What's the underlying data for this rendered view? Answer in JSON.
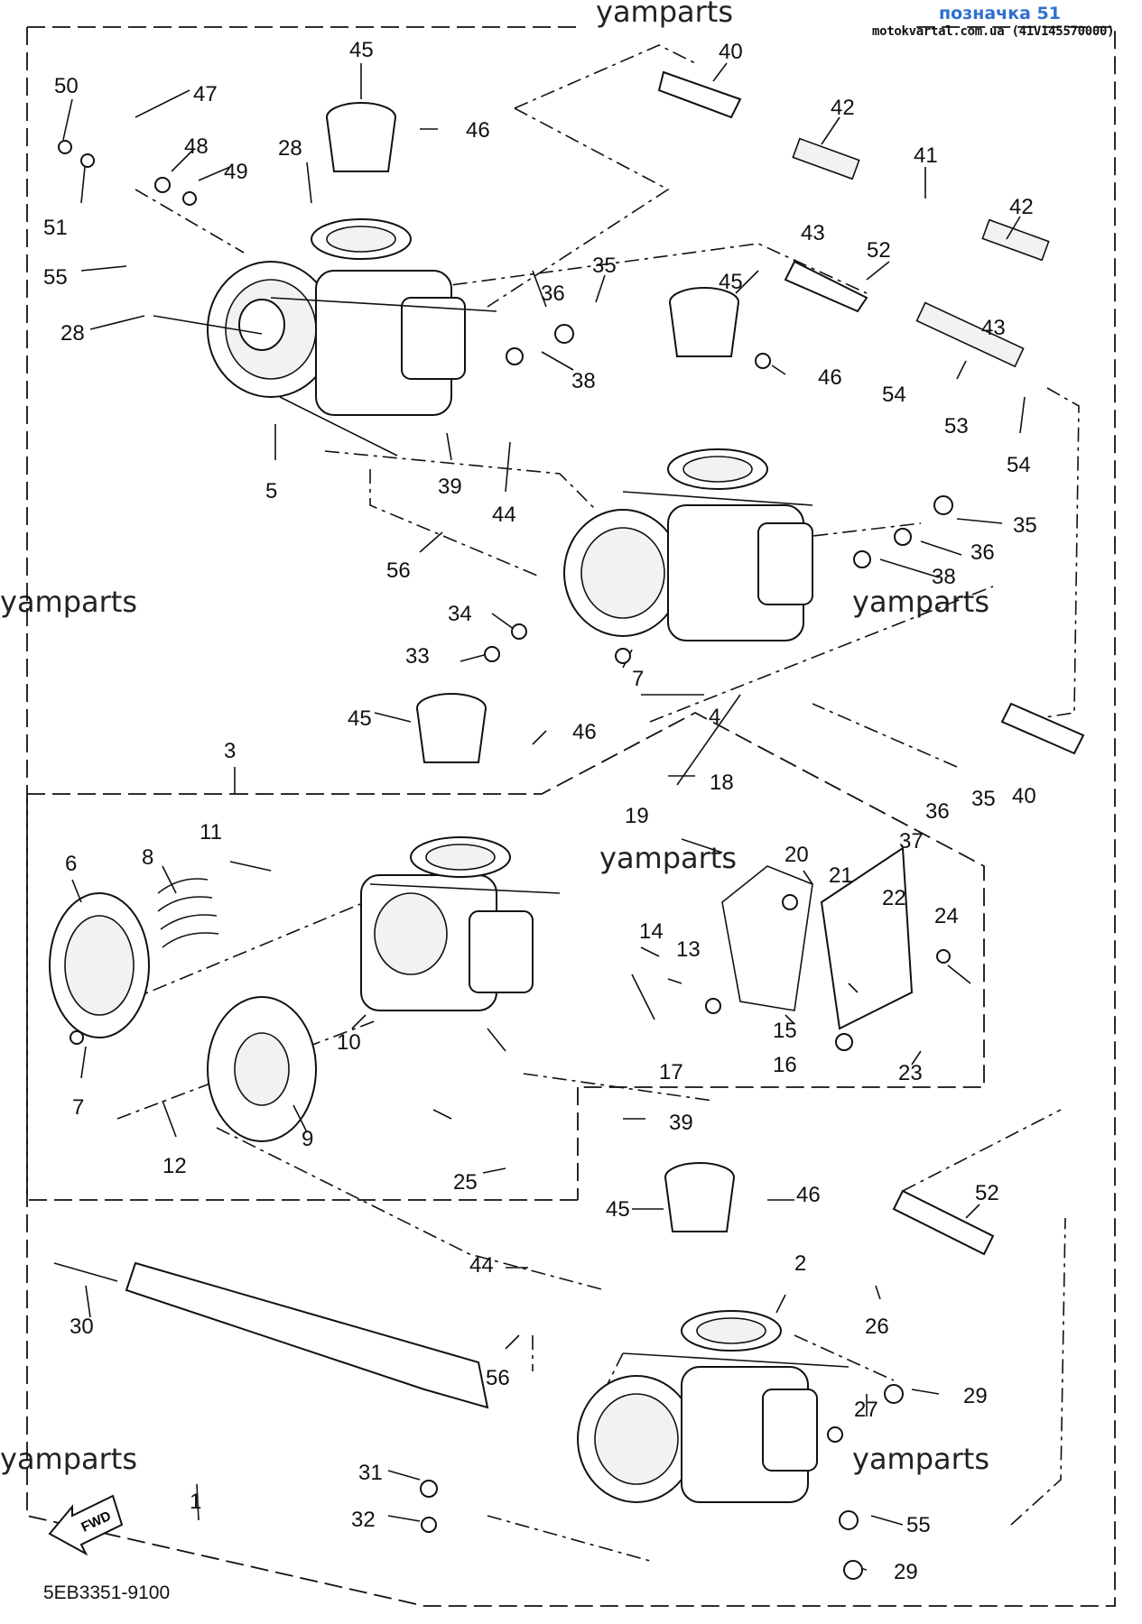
{
  "header": {
    "label": "позначка 51",
    "site": "motokvartal.com.ua (41V145570000)"
  },
  "watermark": "yamparts",
  "footer_code": "5EB3351-9100",
  "fwd_label": "FWD",
  "part_numbers": [
    "1",
    "2",
    "3",
    "4",
    "5",
    "6",
    "7",
    "8",
    "9",
    "10",
    "11",
    "12",
    "13",
    "14",
    "15",
    "16",
    "17",
    "18",
    "19",
    "20",
    "21",
    "22",
    "23",
    "24",
    "25",
    "26",
    "27",
    "28",
    "29",
    "30",
    "31",
    "32",
    "33",
    "34",
    "35",
    "36",
    "37",
    "38",
    "39",
    "40",
    "41",
    "42",
    "43",
    "44",
    "45",
    "46",
    "47",
    "48",
    "49",
    "50",
    "51",
    "52",
    "53",
    "54",
    "55",
    "56"
  ],
  "colors": {
    "ink": "#111111",
    "header_blue": "#2f6fd0",
    "background": "#ffffff"
  }
}
